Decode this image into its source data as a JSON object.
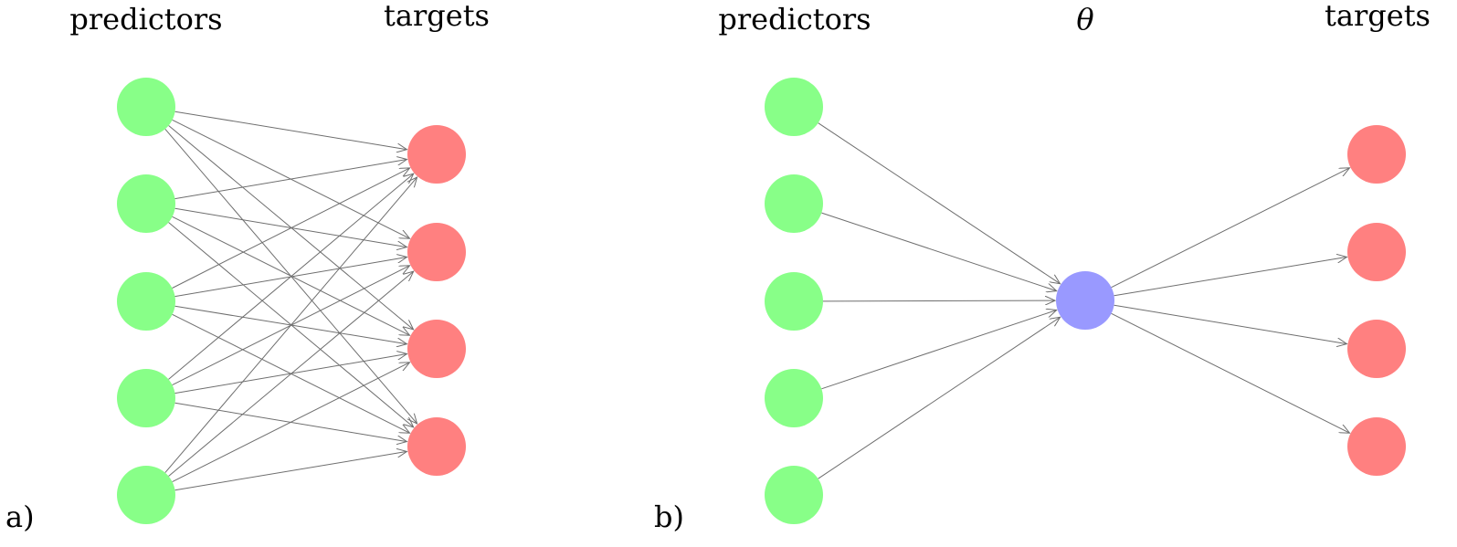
{
  "colors": {
    "predictor": "#88ff88",
    "target": "#ff8080",
    "theta": "#9999ff",
    "edge": "#6e6e6e"
  },
  "panel_a": {
    "tag": "a)",
    "left_header": "predictors",
    "right_header": "targets",
    "predictor_count": 5,
    "target_count": 4,
    "connection": "every predictor to every target"
  },
  "panel_b": {
    "tag": "b)",
    "left_header": "predictors",
    "middle_header": "θ",
    "right_header": "targets",
    "predictor_count": 5,
    "target_count": 4,
    "connection": "every predictor to θ, θ to every target"
  }
}
